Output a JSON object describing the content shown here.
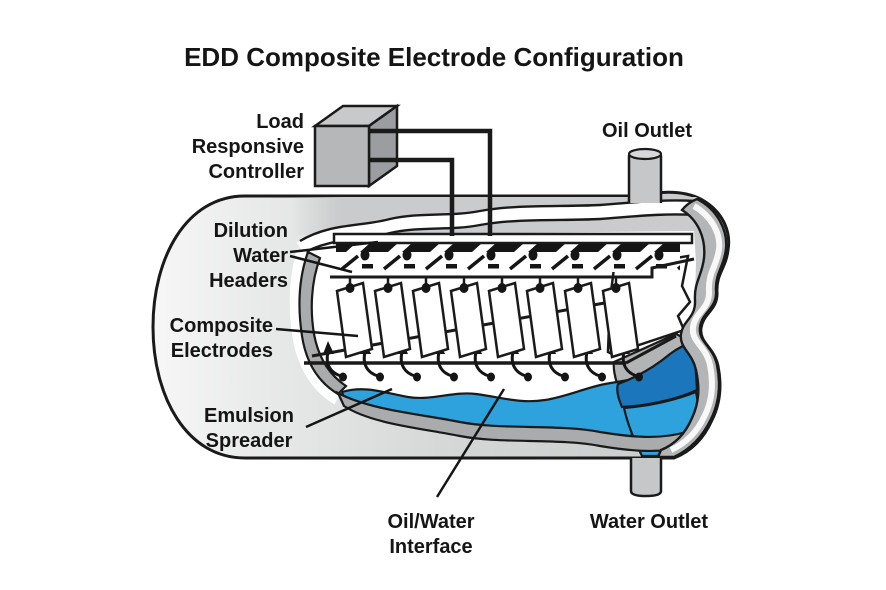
{
  "title": "EDD Composite Electrode Configuration",
  "diagram": {
    "labels": {
      "controller": [
        "Load",
        "Responsive",
        "Controller"
      ],
      "oil_outlet": "Oil Outlet",
      "dilution_headers": [
        "Dilution",
        "Water",
        "Headers"
      ],
      "composite_electrodes": [
        "Composite",
        "Electrodes"
      ],
      "emulsion_spreader": [
        "Emulsion",
        "Spreader"
      ],
      "oil_water_interface": [
        "Oil/Water",
        "Interface"
      ],
      "water_outlet": "Water Outlet"
    },
    "colors": {
      "outline": "#1a1a1a",
      "water_light": "#2da2dc",
      "water_dark": "#1b76bb",
      "shell_gray": "#b3b5b7",
      "lip_gray": "#a9abad",
      "strip_gray": "#c9cbcc",
      "pipe_gray": "#c5c7c9",
      "controller_front": "#b5b7b9",
      "controller_top": "#c7c9cb",
      "controller_side": "#9b9da0"
    },
    "electrodes": {
      "count": 8
    },
    "spreader_hooks": {
      "count": 9
    }
  }
}
